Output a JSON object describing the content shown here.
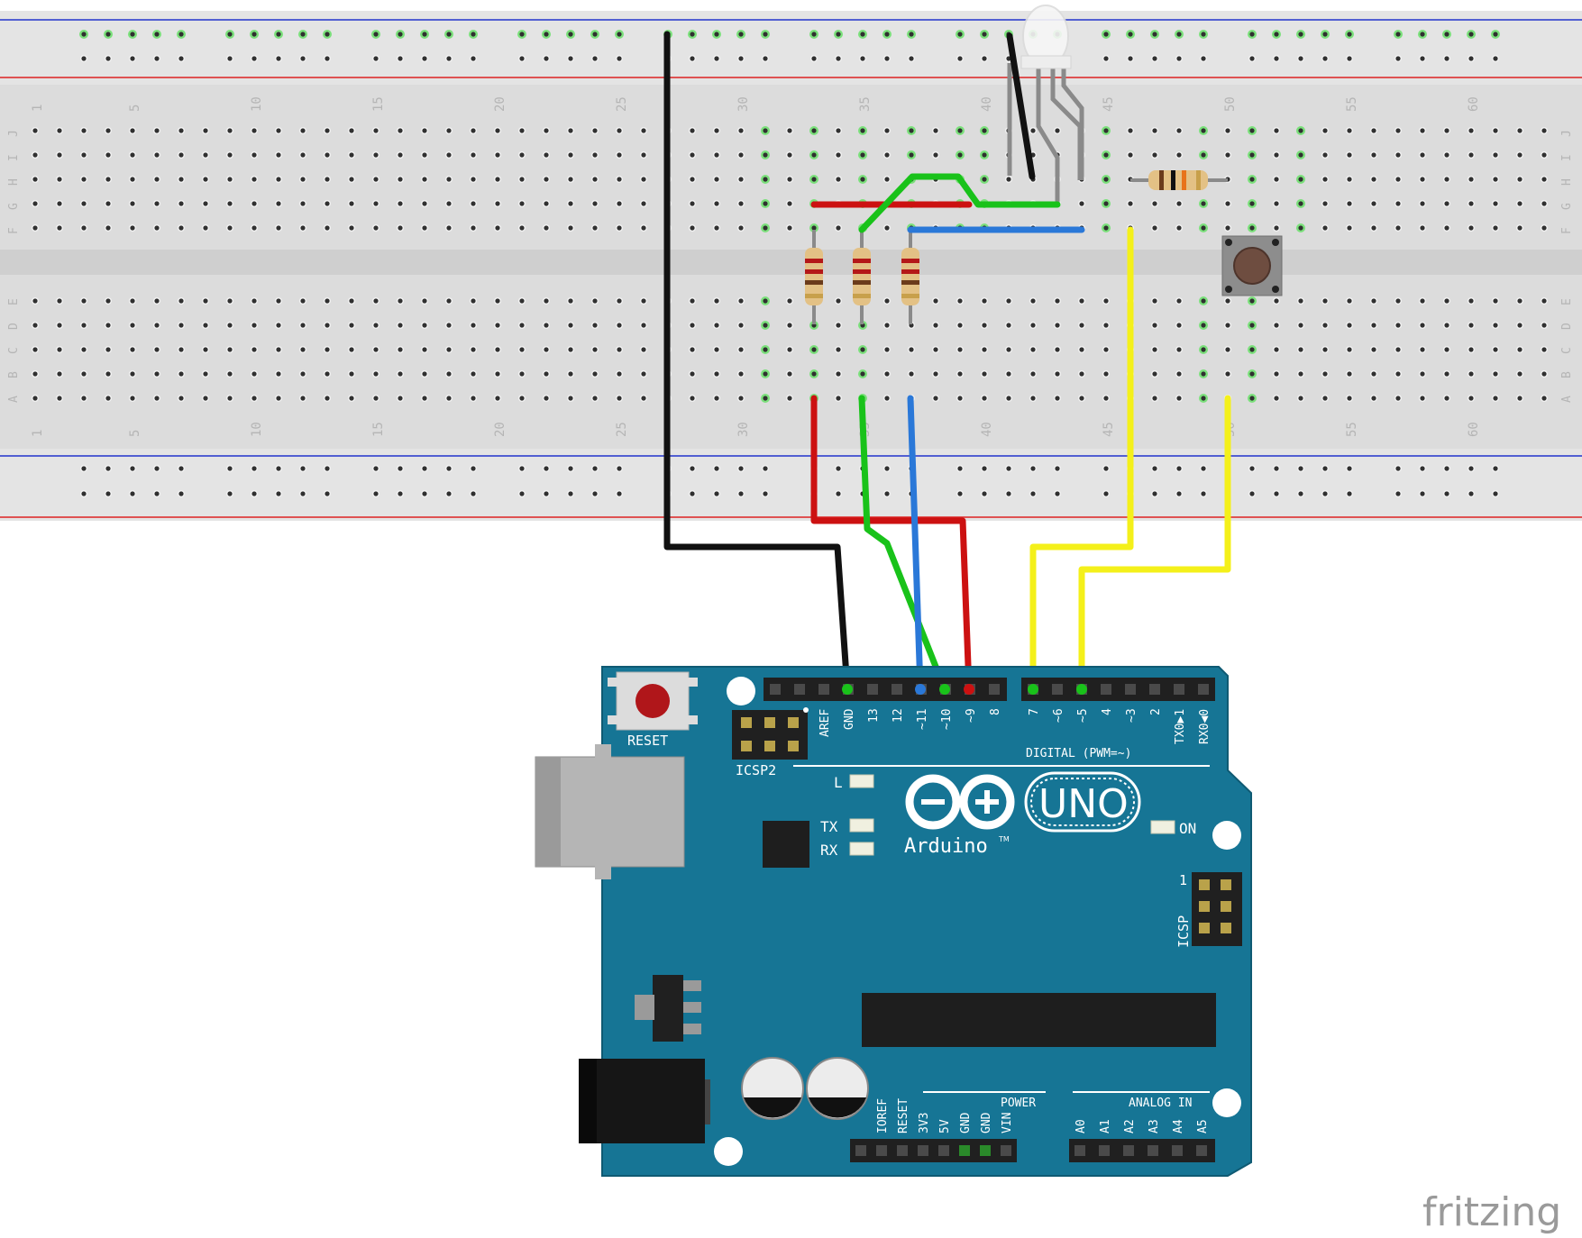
{
  "watermark": "fritzing",
  "breadboard": {
    "column_numbers": [
      "1",
      "5",
      "10",
      "15",
      "20",
      "25",
      "30",
      "35",
      "40",
      "45",
      "50",
      "55",
      "60"
    ],
    "row_letters_top": [
      "J",
      "I",
      "H",
      "G",
      "F"
    ],
    "row_letters_bottom": [
      "E",
      "D",
      "C",
      "B",
      "A"
    ]
  },
  "arduino": {
    "reset_label": "RESET",
    "icsp2_label": "ICSP2",
    "icsp_label": "ICSP",
    "icsp_pin1": "1",
    "digital_label": "DIGITAL (PWM=~)",
    "digital_pins": [
      "AREF",
      "GND",
      "13",
      "12",
      "~11",
      "~10",
      "~9",
      "8",
      "7",
      "~6",
      "~5",
      "4",
      "~3",
      "2",
      "TX0▶1",
      "RX0◀0"
    ],
    "led_l": "L",
    "led_tx": "TX",
    "led_rx": "RX",
    "led_on": "ON",
    "uno_label": "UNO",
    "brand": "Arduino",
    "trademark": "TM",
    "power_label": "POWER",
    "analog_label": "ANALOG IN",
    "power_pins": [
      "IOREF",
      "RESET",
      "3V3",
      "5V",
      "GND",
      "GND",
      "VIN"
    ],
    "analog_pins": [
      "A0",
      "A1",
      "A2",
      "A3",
      "A4",
      "A5"
    ]
  },
  "colors": {
    "board_teal": "#167595",
    "wire_black": "#1a1a1a",
    "wire_red": "#cc1111",
    "wire_green": "#19c21a",
    "wire_blue": "#2a78d8",
    "wire_yellow": "#f4f01a",
    "breadboard": "#dedede",
    "hole_green": "#7be07b"
  }
}
